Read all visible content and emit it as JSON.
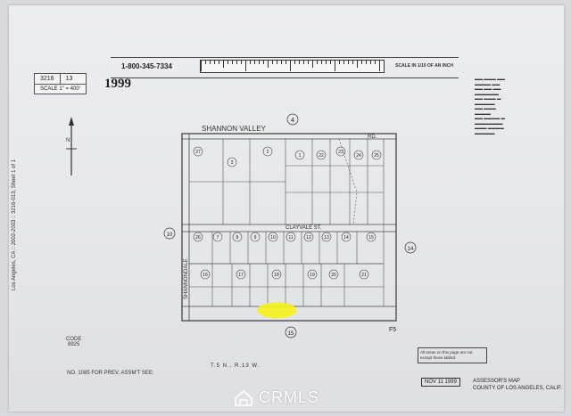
{
  "sheet_ref": "Los Angeles, CA :: 2002-2003 :: 3216-013, Sheet 1 of 1",
  "phone": "1-800-345-7334",
  "scale_caption": "SCALE IN 1/10 OF AN INCH",
  "id_box": {
    "book": "3216",
    "page": "13",
    "scale": "SCALE 1\" = 400'"
  },
  "year": "1999",
  "road_names": {
    "shannon_valley": "SHANNON VALLEY",
    "road_suffix": "RD.",
    "clayvale": "CLAYVALE ST.",
    "shannondale": "SHANNONDALE"
  },
  "map_numbers": {
    "north_top": "4",
    "west": "10",
    "east": "14",
    "south_bottom": "15",
    "corner": "F5"
  },
  "township": "T.5 N., R.13 W.",
  "code_block": {
    "label": "CODE",
    "value": "8925"
  },
  "foot_note": "NO. 1085 FOR PREV. ASSM'T SEE:",
  "legend_note": "All areas on this page are not except those tabled.",
  "date_stamp": "NOV 11 1999",
  "assessor_line1": "ASSESSOR'S MAP",
  "assessor_line2": "COUNTY OF LOS ANGELES, CALIF.",
  "watermark": "CRMLS",
  "highlight_color": "#f5f11a",
  "parcel_numbers": [
    "27",
    "3",
    "2",
    "1",
    "22",
    "23",
    "24",
    "25",
    "26",
    "7",
    "8",
    "9",
    "10",
    "11",
    "12",
    "13",
    "14",
    "15",
    "16",
    "17",
    "18",
    "19",
    "20",
    "21"
  ],
  "colors": {
    "paper": "#e8e9ec",
    "ink": "#333333"
  }
}
